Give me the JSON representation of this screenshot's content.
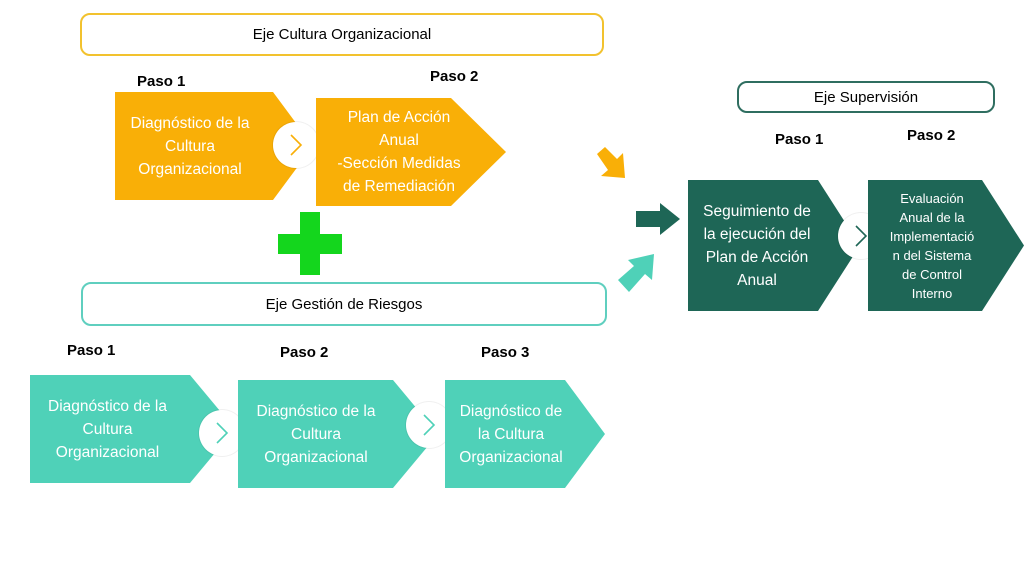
{
  "colors": {
    "orange": "#F9AF07",
    "orange_border": "#F2C22E",
    "teal_light": "#4FD1B8",
    "teal_border": "#5FCFBF",
    "teal_dark": "#1E6656",
    "dark_border": "#2F6E60",
    "green_plus": "#14D61D"
  },
  "culture": {
    "title": "Eje Cultura Organizacional",
    "step1_label": "Paso 1",
    "step2_label": "Paso 2",
    "step1_text": "Diagnóstico de la\nCultura\nOrganizacional",
    "step2_text": "Plan de Acción\nAnual\n-Sección Medidas\nde Remediación"
  },
  "risk": {
    "title": "Eje Gestión de Riesgos",
    "step1_label": "Paso 1",
    "step2_label": "Paso 2",
    "step3_label": "Paso 3",
    "step1_text": "Diagnóstico de la\nCultura\nOrganizacional",
    "step2_text": "Diagnóstico de la\nCultura\nOrganizacional",
    "step3_text": "Diagnóstico de\nla Cultura\nOrganizacional"
  },
  "supervision": {
    "title": "Eje Supervisión",
    "step1_label": "Paso 1",
    "step2_label": "Paso 2",
    "step1_text": "Seguimiento de\nla ejecución del\nPlan de Acción\nAnual",
    "step2_text": "Evaluación\nAnual de la\nImplementació\nn del Sistema\nde Control\nInterno"
  },
  "icons": {
    "connector": "chevron-right-icon",
    "plus": "plus-icon",
    "arrow": "block-arrow-icon"
  }
}
